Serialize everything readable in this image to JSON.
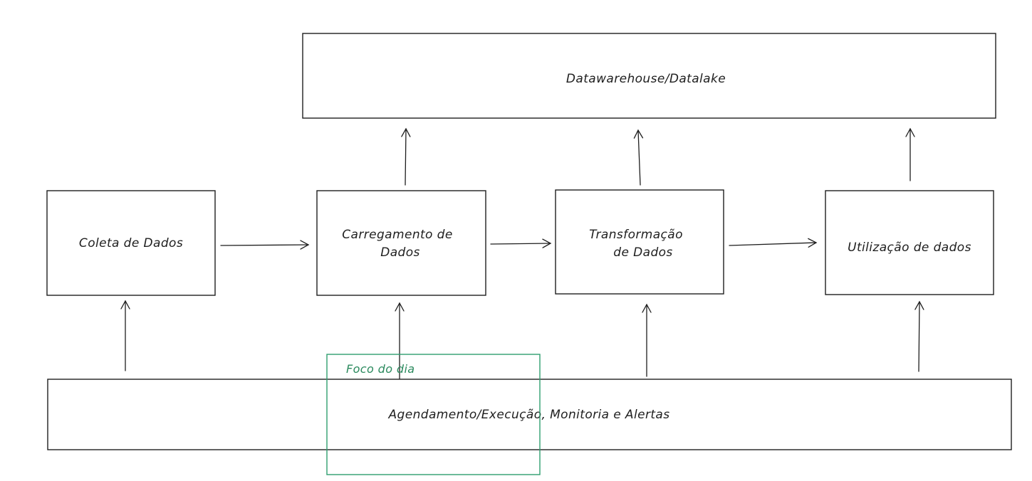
{
  "nodes": {
    "datawarehouse": {
      "label": "Datawarehouse/Datalake"
    },
    "coleta": {
      "label": "Coleta de Dados"
    },
    "carregamento": {
      "line1": "Carregamento de",
      "line2": "Dados"
    },
    "transformacao": {
      "line1": "Transformação",
      "line2": "de Dados"
    },
    "utilizacao": {
      "label": "Utilização de dados"
    },
    "agendamento": {
      "label": "Agendamento/Execução, Monitoria e Alertas"
    }
  },
  "focus": {
    "label": "Foco do dia",
    "color": "#2f9e6f"
  },
  "colors": {
    "stroke": "#1e1e1e",
    "background": "#ffffff"
  }
}
